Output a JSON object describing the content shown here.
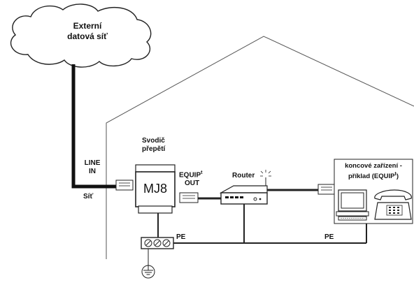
{
  "diagram": {
    "cloud_label_line1": "Externí",
    "cloud_label_line2": "datová síť",
    "line_in_line1": "LINE",
    "line_in_line2": "IN",
    "net_label": "Síť",
    "protector_label_line1": "Svodič",
    "protector_label_line2": "přepětí",
    "device_name": "MJ8",
    "equip_out_line1": "EQUIP",
    "equip_out_sup": "t",
    "equip_out_line2": "OUT",
    "router_label": "Router",
    "terminal_label_line1": "koncové zařízení  -",
    "terminal_label_line2": "příklad (EQUIP",
    "terminal_label_sup": "t",
    "terminal_label_line2_end": ")",
    "pe_left": "PE",
    "pe_right": "PE"
  }
}
